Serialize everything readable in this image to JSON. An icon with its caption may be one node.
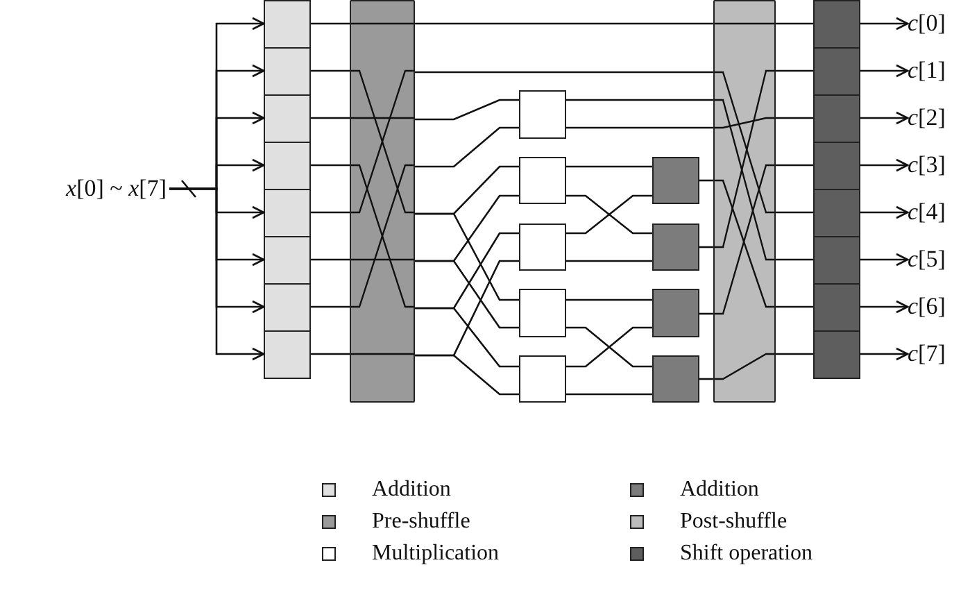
{
  "diagram": {
    "nodes": [
      {
        "text": [
          "*x*[0] ~ *x*[7]"
        ]
      },
      {
        "text": [],
        "shape": "box"
      },
      {
        "text": [],
        "shape": "box"
      },
      {
        "text": [],
        "shape": "box"
      },
      {
        "text": [],
        "shape": "box"
      },
      {
        "text": [],
        "shape": "box"
      },
      {
        "text": [],
        "shape": "box"
      },
      {
        "text": [],
        "shape": "box"
      },
      {
        "text": [],
        "shape": "box"
      },
      {
        "text": [],
        "shape": "bar"
      },
      {
        "text": [],
        "shape": "box"
      },
      {
        "text": [],
        "shape": "box"
      },
      {
        "text": [],
        "shape": "box"
      },
      {
        "text": [],
        "shape": "box"
      },
      {
        "text": [],
        "shape": "box"
      },
      {
        "text": [],
        "shape": "box"
      },
      {
        "text": [],
        "shape": "box"
      },
      {
        "text": [],
        "shape": "box"
      },
      {
        "text": [],
        "shape": "box"
      },
      {
        "text": [],
        "shape": "bar"
      },
      {
        "text": [],
        "shape": "box"
      },
      {
        "text": [],
        "shape": "box"
      },
      {
        "text": [],
        "shape": "box"
      },
      {
        "text": [],
        "shape": "box"
      },
      {
        "text": [],
        "shape": "box"
      },
      {
        "text": [],
        "shape": "box"
      },
      {
        "text": [],
        "shape": "box"
      },
      {
        "text": [],
        "shape": "box"
      },
      {
        "text": [
          "*c*[0]"
        ]
      },
      {
        "text": [
          "*c*[1]"
        ]
      },
      {
        "text": [
          "*c*[2]"
        ]
      },
      {
        "text": [
          "*c*[3]"
        ]
      },
      {
        "text": [
          "*c*[4]"
        ]
      },
      {
        "text": [
          "*c*[5]"
        ]
      },
      {
        "text": [
          "*c*[6]"
        ]
      },
      {
        "text": [
          "*c*[7]"
        ]
      }
    ],
    "edges": [
      {
        "from": 0,
        "to": 1,
        "arrow": "to"
      },
      {
        "from": 0,
        "to": 2,
        "arrow": "to"
      },
      {
        "from": 0,
        "to": 3,
        "arrow": "to"
      },
      {
        "from": 0,
        "to": 4,
        "arrow": "to"
      },
      {
        "from": 0,
        "to": 5,
        "arrow": "to"
      },
      {
        "from": 0,
        "to": 6,
        "arrow": "to"
      },
      {
        "from": 0,
        "to": 7,
        "arrow": "to"
      },
      {
        "from": 0,
        "to": 8,
        "arrow": "to"
      },
      {
        "from": 1,
        "to": 9,
        "arrow": "none"
      },
      {
        "from": 2,
        "to": 9,
        "arrow": "none"
      },
      {
        "from": 3,
        "to": 9,
        "arrow": "none"
      },
      {
        "from": 4,
        "to": 9,
        "arrow": "none"
      },
      {
        "from": 5,
        "to": 9,
        "arrow": "none"
      },
      {
        "from": 6,
        "to": 9,
        "arrow": "none"
      },
      {
        "from": 7,
        "to": 9,
        "arrow": "none"
      },
      {
        "from": 8,
        "to": 9,
        "arrow": "none"
      },
      {
        "from": 9,
        "to": 19,
        "arrow": "none"
      },
      {
        "from": 9,
        "to": 19,
        "arrow": "none"
      },
      {
        "from": 9,
        "to": 10,
        "arrow": "none"
      },
      {
        "from": 9,
        "to": 10,
        "arrow": "none"
      },
      {
        "from": 9,
        "to": 11,
        "arrow": "none"
      },
      {
        "from": 9,
        "to": 13,
        "arrow": "none"
      },
      {
        "from": 9,
        "to": 11,
        "arrow": "none"
      },
      {
        "from": 9,
        "to": 13,
        "arrow": "none"
      },
      {
        "from": 9,
        "to": 12,
        "arrow": "none"
      },
      {
        "from": 9,
        "to": 14,
        "arrow": "none"
      },
      {
        "from": 9,
        "to": 12,
        "arrow": "none"
      },
      {
        "from": 9,
        "to": 14,
        "arrow": "none"
      },
      {
        "from": 10,
        "to": 19,
        "arrow": "none"
      },
      {
        "from": 10,
        "to": 19,
        "arrow": "none"
      },
      {
        "from": 11,
        "to": 15,
        "arrow": "none"
      },
      {
        "from": 11,
        "to": 16,
        "arrow": "none"
      },
      {
        "from": 12,
        "to": 15,
        "arrow": "none"
      },
      {
        "from": 12,
        "to": 16,
        "arrow": "none"
      },
      {
        "from": 13,
        "to": 17,
        "arrow": "none"
      },
      {
        "from": 13,
        "to": 18,
        "arrow": "none"
      },
      {
        "from": 14,
        "to": 17,
        "arrow": "none"
      },
      {
        "from": 14,
        "to": 18,
        "arrow": "none"
      },
      {
        "from": 15,
        "to": 19,
        "arrow": "none"
      },
      {
        "from": 16,
        "to": 19,
        "arrow": "none"
      },
      {
        "from": 17,
        "to": 19,
        "arrow": "none"
      },
      {
        "from": 18,
        "to": 19,
        "arrow": "none"
      },
      {
        "from": 19,
        "to": 20,
        "arrow": "none"
      },
      {
        "from": 19,
        "to": 21,
        "arrow": "none"
      },
      {
        "from": 19,
        "to": 22,
        "arrow": "none"
      },
      {
        "from": 19,
        "to": 23,
        "arrow": "none"
      },
      {
        "from": 19,
        "to": 24,
        "arrow": "none"
      },
      {
        "from": 19,
        "to": 25,
        "arrow": "none"
      },
      {
        "from": 19,
        "to": 26,
        "arrow": "none"
      },
      {
        "from": 19,
        "to": 27,
        "arrow": "none"
      },
      {
        "from": 20,
        "to": 28,
        "arrow": "to"
      },
      {
        "from": 21,
        "to": 29,
        "arrow": "to"
      },
      {
        "from": 22,
        "to": 30,
        "arrow": "to"
      },
      {
        "from": 23,
        "to": 31,
        "arrow": "to"
      },
      {
        "from": 24,
        "to": 32,
        "arrow": "to"
      },
      {
        "from": 25,
        "to": 33,
        "arrow": "to"
      },
      {
        "from": 26,
        "to": 34,
        "arrow": "to"
      },
      {
        "from": 27,
        "to": 35,
        "arrow": "to"
      }
    ],
    "legend": [
      {
        "text": "Addition",
        "color": "#e0e0e0"
      },
      {
        "text": "Addition",
        "color": "#7c7c7c"
      },
      {
        "text": "Pre-shuffle",
        "color": "#9a9a9a"
      },
      {
        "text": "Post-shuffle",
        "color": "#bcbcbc"
      },
      {
        "text": "Multiplication",
        "color": "#ffffff"
      },
      {
        "text": "Shift operation",
        "color": "#5e5e5e"
      }
    ]
  }
}
